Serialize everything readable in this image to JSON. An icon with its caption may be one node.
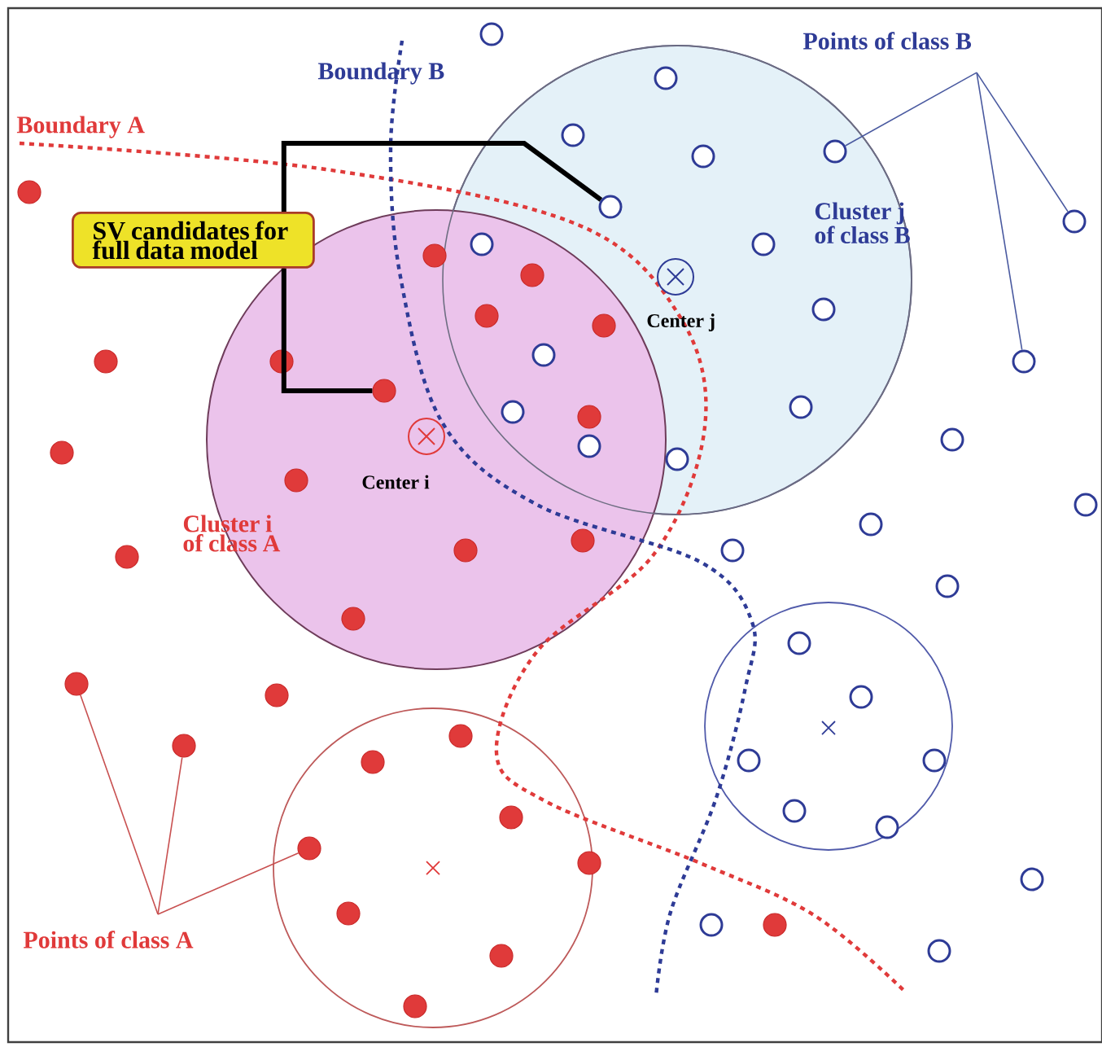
{
  "diagram": {
    "nodes": [
      {
        "text": [
          "SV candidates for full data model"
        ]
      },
      {
        "text": [
          "Points of class A"
        ]
      },
      {
        "text": [
          "Points of class B"
        ]
      },
      {
        "text": [],
        "shape": "circle"
      },
      {
        "text": [],
        "shape": "circle"
      },
      {
        "text": [],
        "shape": "circle"
      },
      {
        "text": [],
        "shape": "circle"
      },
      {
        "text": [],
        "shape": "circle"
      },
      {
        "text": [],
        "shape": "circle"
      },
      {
        "text": [],
        "shape": "circle"
      },
      {
        "text": [],
        "shape": "circle"
      },
      {
        "text": [],
        "shape": "circle"
      },
      {
        "text": [],
        "shape": "circle"
      },
      {
        "text": [],
        "shape": "circle"
      },
      {
        "text": [],
        "shape": "circle"
      },
      {
        "text": [],
        "shape": "circle"
      },
      {
        "text": [],
        "shape": "circle"
      },
      {
        "text": [],
        "shape": "circle"
      },
      {
        "text": [],
        "shape": "circle"
      },
      {
        "text": [],
        "shape": "circle"
      },
      {
        "text": [],
        "shape": "circle"
      },
      {
        "text": [],
        "shape": "circle"
      },
      {
        "text": [],
        "shape": "circle"
      },
      {
        "text": [],
        "shape": "circle"
      },
      {
        "text": [],
        "shape": "circle"
      },
      {
        "text": [],
        "shape": "circle"
      },
      {
        "text": [],
        "shape": "circle"
      },
      {
        "text": [],
        "shape": "circle"
      },
      {
        "text": [],
        "shape": "circle"
      },
      {
        "text": [],
        "shape": "circle"
      },
      {
        "text": [],
        "shape": "circle"
      },
      {
        "text": [],
        "shape": "circle"
      },
      {
        "text": [],
        "shape": "circle"
      },
      {
        "text": [],
        "shape": "circle"
      },
      {
        "text": [],
        "shape": "circle"
      },
      {
        "text": [],
        "shape": "circle"
      },
      {
        "text": [],
        "shape": "circle"
      },
      {
        "text": [],
        "shape": "circle"
      },
      {
        "text": [],
        "shape": "circle"
      },
      {
        "text": [],
        "shape": "circle"
      },
      {
        "text": [],
        "shape": "circle"
      },
      {
        "text": [],
        "shape": "circle"
      },
      {
        "text": [],
        "shape": "circle"
      },
      {
        "text": [],
        "shape": "circle"
      },
      {
        "text": [],
        "shape": "circle"
      },
      {
        "text": [],
        "shape": "circle"
      },
      {
        "text": [],
        "shape": "circle"
      },
      {
        "text": [],
        "shape": "circle"
      },
      {
        "text": [],
        "shape": "circle"
      },
      {
        "text": [],
        "shape": "circle"
      },
      {
        "text": [],
        "shape": "circle"
      },
      {
        "text": [],
        "shape": "circle"
      },
      {
        "text": [],
        "shape": "circle"
      },
      {
        "text": [],
        "shape": "circle"
      },
      {
        "text": [],
        "shape": "circle"
      },
      {
        "text": [],
        "shape": "circle"
      },
      {
        "text": [],
        "shape": "circle"
      },
      {
        "text": [],
        "shape": "circle"
      },
      {
        "text": [],
        "shape": "circle"
      },
      {
        "text": [],
        "shape": "circle"
      }
    ],
    "edges": [
      {
        "from": 0,
        "to": 35,
        "arrow": "none",
        "style": "thick",
        "color": "#000000"
      },
      {
        "from": 0,
        "to": 9,
        "arrow": "none",
        "style": "thick",
        "color": "#000000"
      },
      {
        "from": 1,
        "to": 18,
        "arrow": "none",
        "color": "#c85050"
      },
      {
        "from": 1,
        "to": 20,
        "arrow": "none",
        "color": "#c85050"
      },
      {
        "from": 1,
        "to": 24,
        "arrow": "none",
        "color": "#c85050"
      },
      {
        "from": 2,
        "to": 34,
        "arrow": "none",
        "color": "#4a5aa0"
      },
      {
        "from": 2,
        "to": 38,
        "arrow": "none",
        "color": "#4a5aa0"
      },
      {
        "from": 2,
        "to": 45,
        "arrow": "none",
        "color": "#4a5aa0"
      }
    ],
    "labels": [
      "Boundary B",
      "Boundary A",
      "Cluster j of class B",
      "Center j",
      "Center i",
      "Cluster i of class A"
    ]
  }
}
